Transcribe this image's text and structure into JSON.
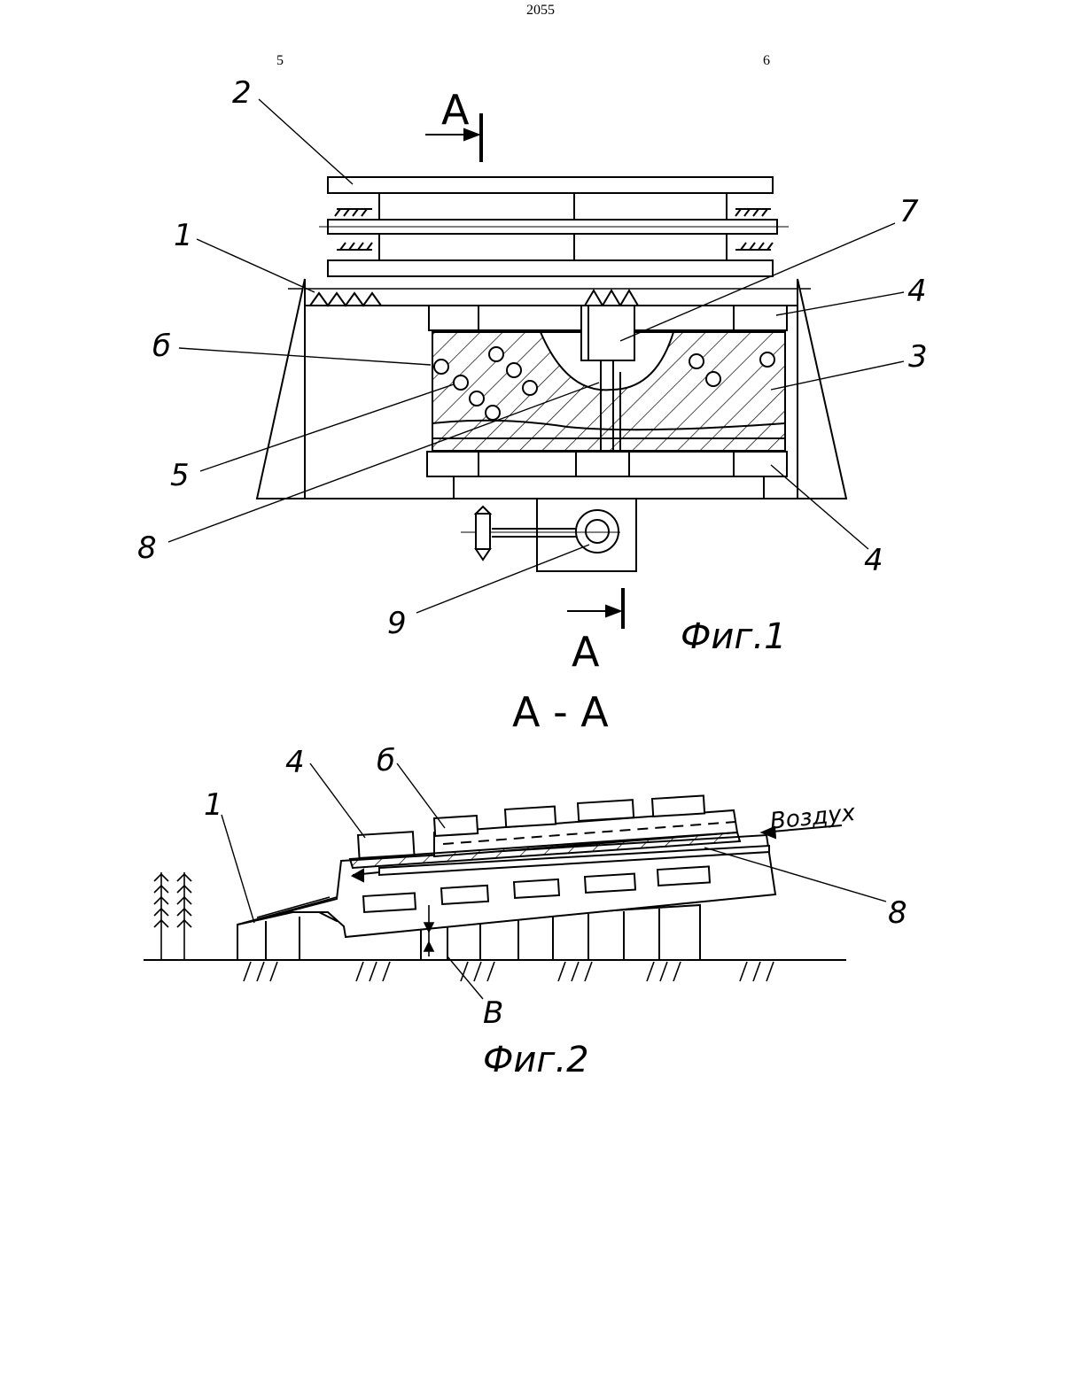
{
  "header": {
    "page_number": "2055",
    "column_left": "5",
    "column_right": "6"
  },
  "figure1": {
    "caption": "Фиг.1",
    "section_mark": "A",
    "labels": {
      "l1": "1",
      "l2": "2",
      "l3": "3",
      "l4a": "4",
      "l4b": "4",
      "l5": "5",
      "l6": "б",
      "l7": "7",
      "l8": "8",
      "l9": "9"
    }
  },
  "section_title": "A - A",
  "figure2": {
    "caption": "Фиг.2",
    "labels": {
      "l1": "1",
      "l4": "4",
      "l6": "б",
      "l8": "8",
      "lB": "В",
      "air": "Воздух"
    }
  }
}
